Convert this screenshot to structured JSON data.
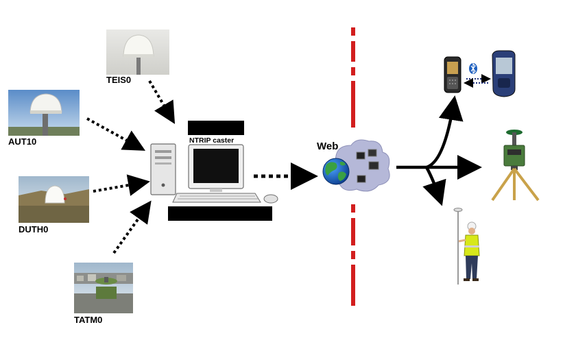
{
  "stations": [
    {
      "id": "teis",
      "label": "TEIS0"
    },
    {
      "id": "aut",
      "label": "AUT10"
    },
    {
      "id": "duth",
      "label": "DUTH0"
    },
    {
      "id": "tatm",
      "label": "TATM0"
    }
  ],
  "caster": {
    "label": "NTRIP caster"
  },
  "web": {
    "label": "Web"
  },
  "colors": {
    "arrow": "#000000",
    "divider": "#d21e1e",
    "globe_land": "#2e7d32",
    "globe_sea": "#1565c0",
    "cloud": "#b5b8d8"
  },
  "icons": [
    "gnss-antenna-icon",
    "computer-icon",
    "globe-icon",
    "cloud-icon",
    "phone-icon",
    "bluetooth-icon",
    "pda-icon",
    "tripod-receiver-icon",
    "surveyor-icon"
  ]
}
